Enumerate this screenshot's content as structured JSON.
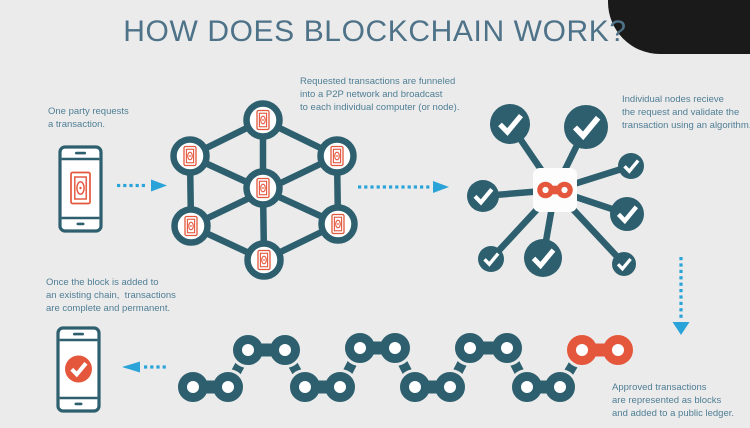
{
  "title": "HOW DOES BLOCKCHAIN WORK?",
  "annotations": {
    "request": [
      "One party requests",
      "a transaction."
    ],
    "broadcast": [
      "Requested transactions are funneled",
      "into a P2P network and broadcast",
      "to each individual computer (or node)."
    ],
    "validate": [
      "Individual nodes recieve",
      "the request and validate the",
      "transaction using an algorithm."
    ],
    "complete": [
      "Once the block is added to",
      "an existing chain,  transactions",
      "are complete and permanent."
    ],
    "approved": [
      "Approved transactions",
      "are represented as blocks",
      "and added to a public ledger."
    ]
  },
  "network": {
    "node_count": 7,
    "node_icon": "banknote-icon"
  },
  "validation": {
    "node_count": 8,
    "node_icon": "check-icon",
    "hub_icon": "chain-link-icon"
  },
  "chain": {
    "link_colors": [
      "teal",
      "teal",
      "teal",
      "teal",
      "teal",
      "teal",
      "teal",
      "orange"
    ]
  },
  "icons": [
    "phone-icon",
    "banknote-icon",
    "check-icon",
    "chain-link-icon",
    "dotted-arrow-icon"
  ],
  "colors": {
    "background": "#ebebeb",
    "teal": "#2d5f6e",
    "orange": "#e4573d",
    "arrow_blue": "#2aa3d8",
    "text": "#4f7e95",
    "title": "#4e7288",
    "corner_dark": "#1a1a1a",
    "white": "#ffffff"
  }
}
